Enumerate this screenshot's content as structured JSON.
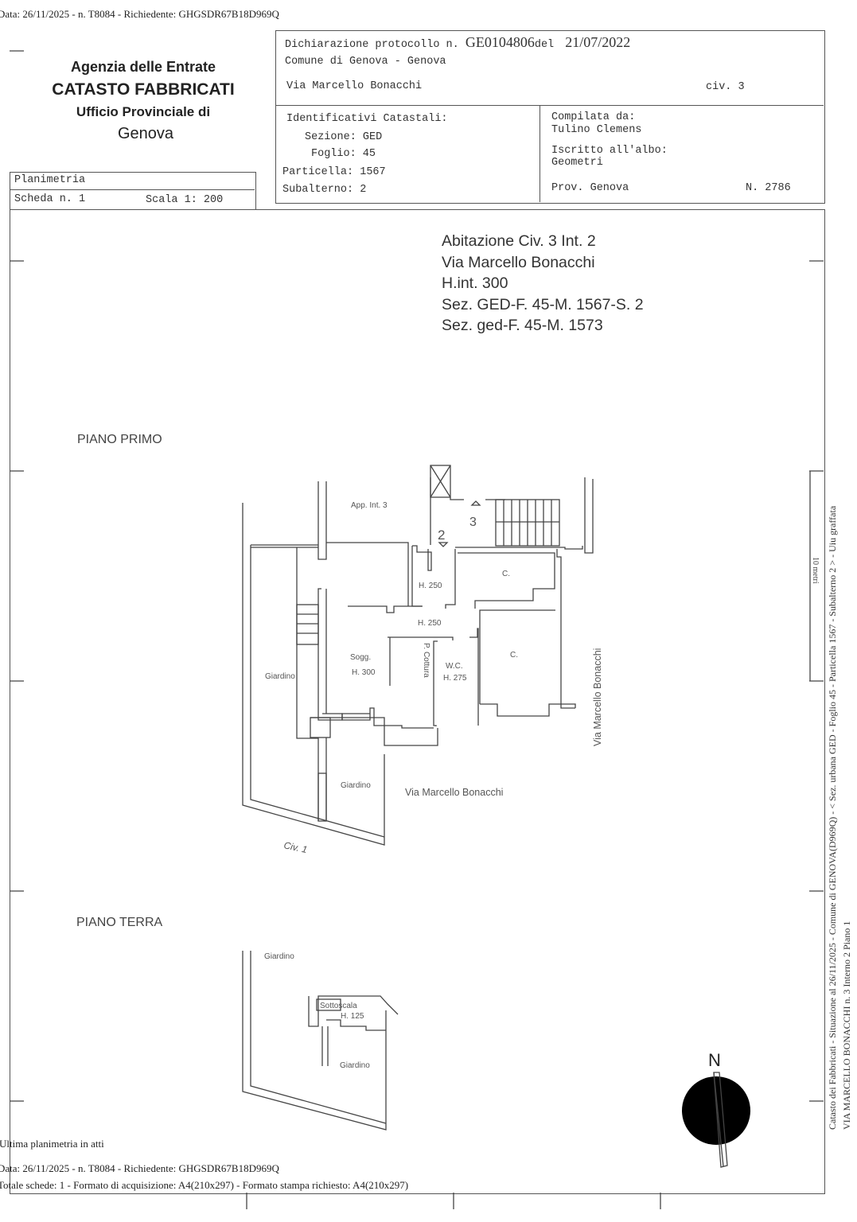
{
  "request_line_top": "Data: 26/11/2025 - n. T8084 - Richiedente: GHGSDR67B18D969Q",
  "agency": {
    "line1": "Agenzia delle Entrate",
    "line2": "CATASTO FABBRICATI",
    "line3": "Ufficio Provinciale di",
    "line4": "Genova"
  },
  "sheet": {
    "title": "Planimetria",
    "scheda": "Scheda n. 1",
    "scala": "Scala 1: 200"
  },
  "declaration": {
    "protocol_label": "Dichiarazione protocollo n.",
    "protocol_number": "GE0104806",
    "del_label": "del",
    "date": "21/07/2022",
    "comune": "Comune di Genova - Genova",
    "street": "Via Marcello Bonacchi",
    "civico": "civ. 3"
  },
  "identificativi": {
    "title": "Identificativi Catastali:",
    "sezione": "Sezione: GED",
    "foglio": "Foglio: 45",
    "particella": "Particella: 1567",
    "subalterno": "Subalterno: 2"
  },
  "compilata": {
    "label": "Compilata da:",
    "name": "Tulino Clemens",
    "albo_label": "Iscritto all'albo:",
    "albo": "Geometri",
    "prov": "Prov. Genova",
    "number": "N. 2786"
  },
  "drawing_header": {
    "line1": "Abitazione Civ. 3 Int. 2",
    "line2": "Via Marcello Bonacchi",
    "line3": "H.int. 300",
    "line4": "Sez. GED-F. 45-M. 1567-S. 2",
    "line5": "Sez. ged-F. 45-M. 1573"
  },
  "piano_primo": {
    "title": "PIANO PRIMO",
    "labels": {
      "app_int3": "App. Int. 3",
      "num2": "2",
      "num3": "3",
      "c1": "C.",
      "h250a": "H. 250",
      "h250b": "H. 250",
      "sogg": "Sogg.",
      "h300": "H. 300",
      "cottura": "P. Cottura",
      "wc": "W.C.",
      "h275": "H. 275",
      "c2": "C.",
      "giardino1": "Giardino",
      "giardino2": "Giardino",
      "street_h": "Via Marcello Bonacchi",
      "street_v": "Via Marcello Bonacchi",
      "civ1": "Civ. 1"
    }
  },
  "piano_terra": {
    "title": "PIANO TERRA",
    "labels": {
      "giardino1": "Giardino",
      "sottoscala": "Sottoscala",
      "h125": "H. 125",
      "giardino2": "Giardino"
    }
  },
  "compass": {
    "label": "N"
  },
  "scale_bar": "10 metri",
  "side_text": {
    "line1": "Catasto dei Fabbricati - Situazione al 26/11/2025 - Comune di GENOVA(D969Q) - < Sez. urbana GED - Foglio 45 - Particella 1567 - Subalterno 2 > - Uiu graffata",
    "line2": "VIA MARCELLO BONACCHI n. 3 Interno 2 Piano 1"
  },
  "footer": {
    "ultima": "Ultima planimetria in atti",
    "request_line": "Data: 26/11/2025 - n. T8084 - Richiedente: GHGSDR67B18D969Q",
    "totals": "Totale schede: 1 - Formato di acquisizione: A4(210x297)  - Formato stampa richiesto: A4(210x297)"
  }
}
